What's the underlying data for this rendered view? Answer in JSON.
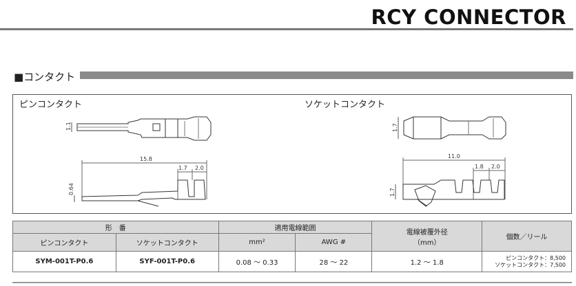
{
  "header": {
    "title": "RCY CONNECTOR"
  },
  "section": {
    "heading": "■コンタクト"
  },
  "figure": {
    "pin_label": "ピンコンタクト",
    "socket_label": "ソケットコンタクト",
    "pin_dims": {
      "height": "1.1",
      "length": "15.8",
      "seg_a": "1.7",
      "seg_b": "2.0",
      "thickness": "0.64"
    },
    "socket_dims": {
      "height": "1.7",
      "length": "11.0",
      "seg_a": "1.8",
      "seg_b": "2.0",
      "thickness": "1.7"
    }
  },
  "table": {
    "h_model": "形　番",
    "h_wire_range": "適用電線範囲",
    "h_insulation": "電線被覆外径",
    "h_insulation_unit": "（mm）",
    "h_qty": "個数／リール",
    "h_pin": "ピンコンタクト",
    "h_socket": "ソケットコンタクト",
    "h_mm2": "mm²",
    "h_awg": "AWG #",
    "row": {
      "pin_model": "SYM-001T-P0.6",
      "socket_model": "SYF-001T-P0.6",
      "mm2": "0.08 ～ 0.33",
      "awg": "28 ～ 22",
      "insulation": "1.2 ～ 1.8",
      "qty_pin": "ピンコンタクト：8,500",
      "qty_socket": "ソケットコンタクト：7,500"
    }
  }
}
